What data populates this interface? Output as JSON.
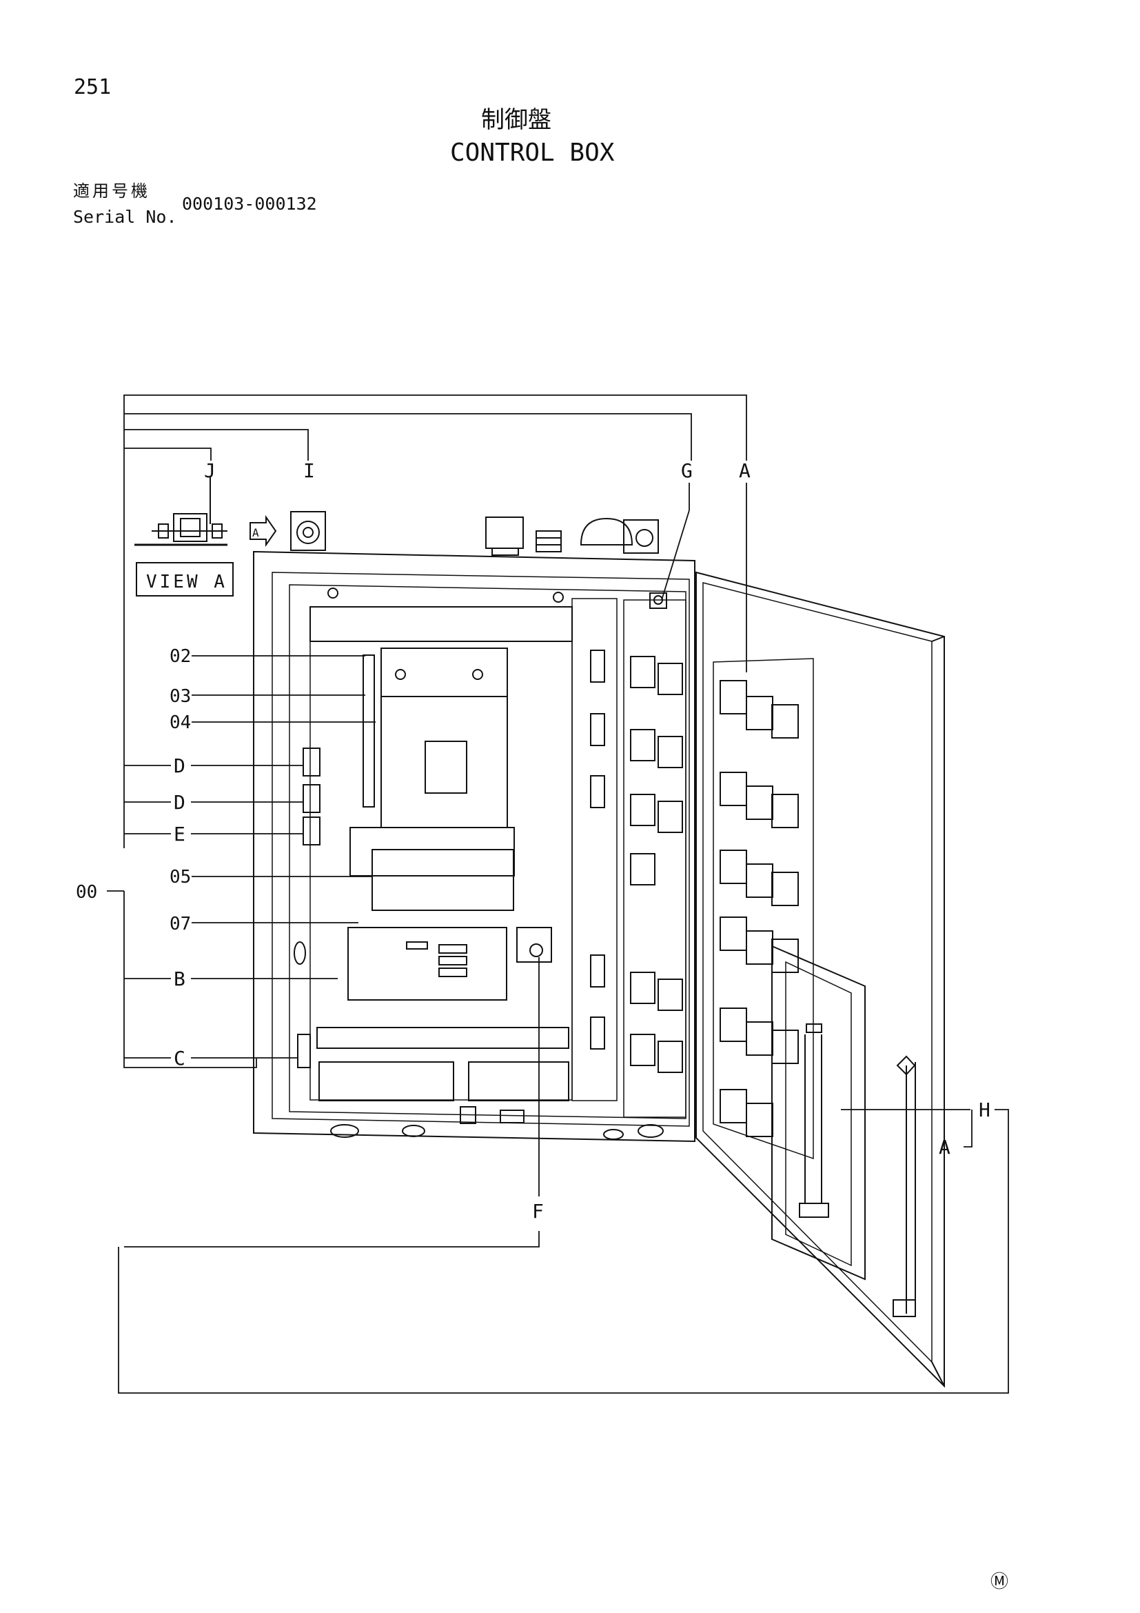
{
  "page_number": "251",
  "title_jp": "制御盤",
  "title_en": "CONTROL BOX",
  "serial": {
    "label_jp": "適用号機",
    "label_en": "Serial No.",
    "value": "000103-000132"
  },
  "view_label": "VIEW A",
  "view_arrow_letter": "A",
  "callouts": {
    "c00": "00",
    "c02": "02",
    "c03": "03",
    "c04": "04",
    "c05": "05",
    "c07": "07",
    "a_top": "A",
    "a_side": "A",
    "b": "B",
    "c": "C",
    "d1": "D",
    "d2": "D",
    "e": "E",
    "f": "F",
    "g": "G",
    "h": "H",
    "i": "I",
    "j": "J"
  },
  "footer_mark": "Ⓜ"
}
